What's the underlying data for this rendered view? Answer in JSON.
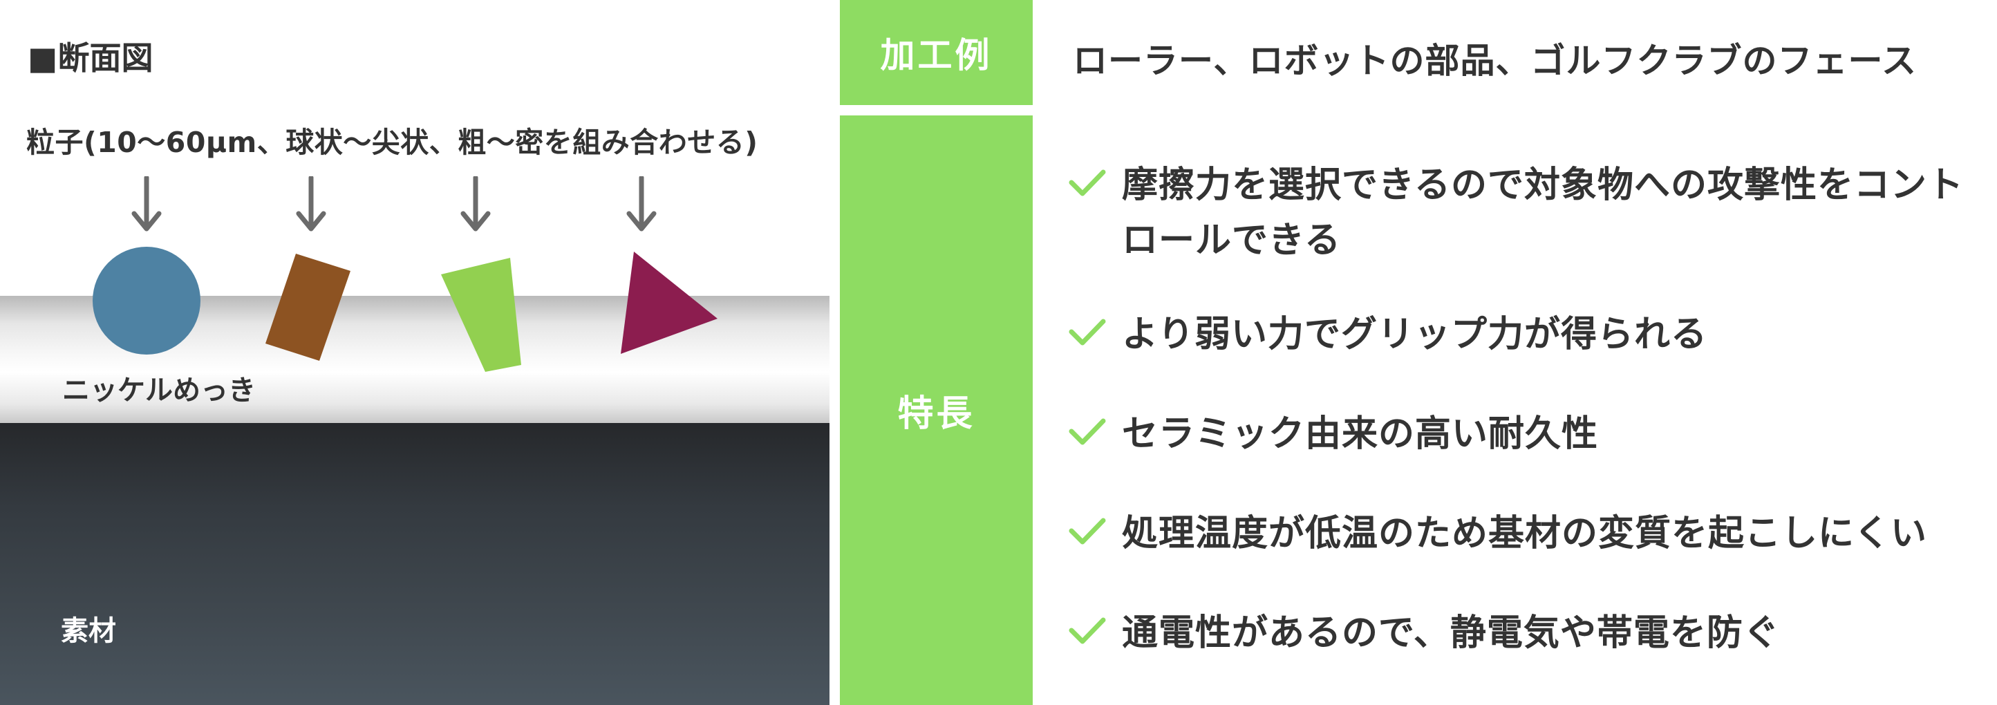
{
  "cross_section": {
    "title": "■断面図",
    "particles_label": "粒子(10〜60μm、球状〜尖状、粗〜密を組み合わせる)",
    "nickel_label": "ニッケルめっき",
    "base_label": "素材",
    "particles": [
      {
        "shape": "circle",
        "color": "#4e82a3"
      },
      {
        "shape": "rectangle",
        "color": "#8d5322"
      },
      {
        "shape": "trapezoid",
        "color": "#92d050"
      },
      {
        "shape": "triangle",
        "color": "#8c1d4f"
      }
    ]
  },
  "table": {
    "example_header": "加工例",
    "example_text": "ローラー、ロボットの部品、ゴルフクラブのフェース",
    "features_header": "特長",
    "check_icon": "check-icon",
    "accent_color": "#8edc62",
    "features": [
      {
        "text": "摩擦力を選択できるので対象物への攻撃性をコントロールできる"
      },
      {
        "text": "より弱い力でグリップ力が得られる"
      },
      {
        "text": "セラミック由来の高い耐久性"
      },
      {
        "text": "処理温度が低温のため基材の変質を起こしにくい"
      },
      {
        "text": "通電性があるので、静電気や帯電を防ぐ"
      }
    ]
  }
}
